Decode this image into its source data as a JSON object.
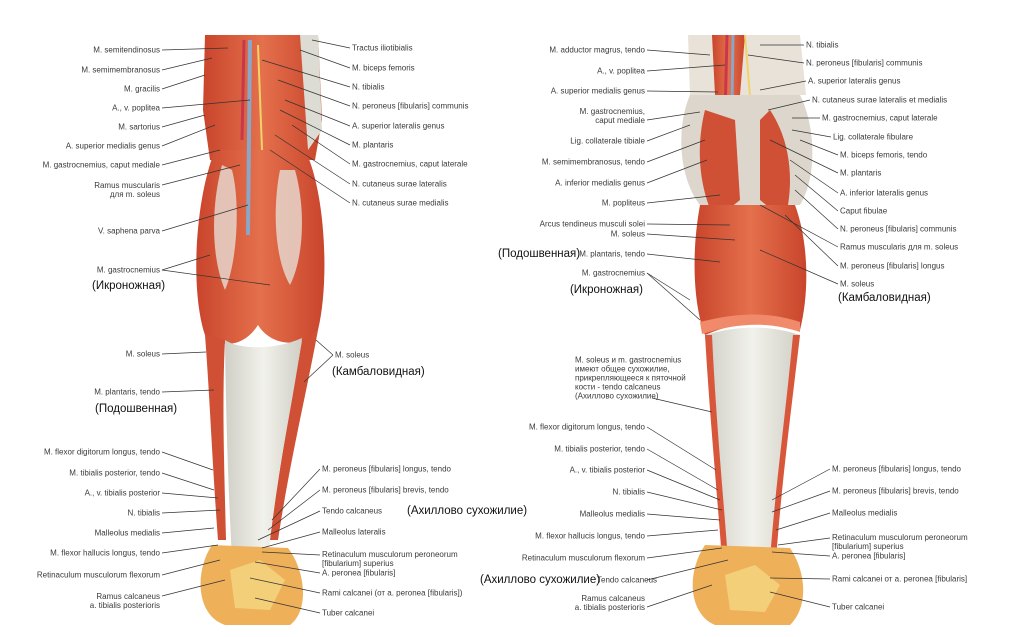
{
  "left_figure": {
    "left_labels": [
      "M. semitendinosus",
      "M. semimembranosus",
      "M. gracilis",
      "A., v. poplitea",
      "M. sartorius",
      "A. superior medialis genus",
      "M. gastrocnemius, caput mediale",
      "Ramus muscularis\nдля m. soleus",
      "V. saphena parva",
      "M. gastrocnemius",
      "M. soleus",
      "M. plantaris, tendo",
      "M. flexor digitorum longus, tendo",
      "M. tibialis posterior, tendo",
      "A., v. tibialis posterior",
      "N. tibialis",
      "Malleolus medialis",
      "M. flexor hallucis longus, tendo",
      "Retinaculum musculorum flexorum",
      "Ramus calcaneus\na. tibialis posterioris"
    ],
    "right_labels": [
      "Tractus iliotibialis",
      "M. biceps femoris",
      "N. tibialis",
      "N. peroneus [fibularis] communis",
      "A. superior lateralis genus",
      "M. plantaris",
      "M. gastrocnemius, caput laterale",
      "N. cutaneus surae lateralis",
      "N. cutaneus surae medialis",
      "M. soleus",
      "M. peroneus [fibularis] longus, tendo",
      "M. peroneus [fibularis] brevis, tendo",
      "Tendo calcaneus",
      "Malleolus lateralis",
      "Retinaculum musculorum peroneorum\n[fibularium] superius",
      "A. peronea [fibularis]",
      "Rami calcanei (от a. peronea [fibularis])",
      "Tuber calcanei"
    ],
    "russian": {
      "gastrocnemius": "(Икроножная)",
      "plantaris": "(Подошвенная)",
      "soleus": "(Камбаловидная)",
      "achilles": "(Ахиллово сухожилие)"
    }
  },
  "right_figure": {
    "left_labels": [
      "M. adductor magrus, tendo",
      "A., v. poplitea",
      "A. superior medialis genus",
      "M. gastrocnemius,\ncaput mediale",
      "Lig. collaterale tibiale",
      "M. semimembranosus, tendo",
      "A. inferior medialis genus",
      "M. popliteus",
      "Arcus tendineus musculi solei",
      "M. soleus",
      "M. plantaris, tendo",
      "M. gastrocnemius",
      "M. soleus и m. gastrocnemius\nимеют общее сухожилие,\nприкрепляющееся к пяточной\nкости - tendo calcaneus\n(Ахиллово сухожилие)",
      "M. flexor digitorum longus, tendo",
      "M. tibialis posterior, tendo",
      "A., v. tibialis posterior",
      "N. tibialis",
      "Malleolus medialis",
      "M. flexor hallucis longus, tendo",
      "Retinaculum musculorum flexorum",
      "Tendo calcaneus",
      "Ramus calcaneus\na. tibialis posterioris"
    ],
    "right_labels": [
      "N. tibialis",
      "N. peroneus [fibularis] communis",
      "A. superior lateralis genus",
      "N. cutaneus surae lateralis et medialis",
      "M. gastrocnemius, caput laterale",
      "Lig. collaterale fibulare",
      "M. biceps femoris, tendo",
      "M. plantaris",
      "A. inferior lateralis genus",
      "Caput fibulae",
      "N. peroneus [fibularis] communis",
      "Ramus muscularis для m. soleus",
      "M. peroneus [fibularis] longus",
      "M. soleus",
      "M. peroneus [fibularis] longus, tendo",
      "M. peroneus [fibularis] brevis, tendo",
      "Malleolus medialis",
      "Retinaculum musculorum peroneorum\n[fibularium] superius",
      "A. peronea [fibularis]",
      "Rami calcanei от a. peronea [fibularis]",
      "Tuber calcanei"
    ],
    "russian": {
      "plantaris": "(Подошвенная)",
      "gastrocnemius": "(Икроножная)",
      "soleus": "(Камбаловидная)",
      "achilles": "(Ахиллово сухожилие)"
    }
  },
  "colors": {
    "muscle": "#d8573a",
    "muscle_dark": "#b8402a",
    "tendon": "#e4e4dc",
    "heel": "#efb05a",
    "leader": "#333333"
  }
}
